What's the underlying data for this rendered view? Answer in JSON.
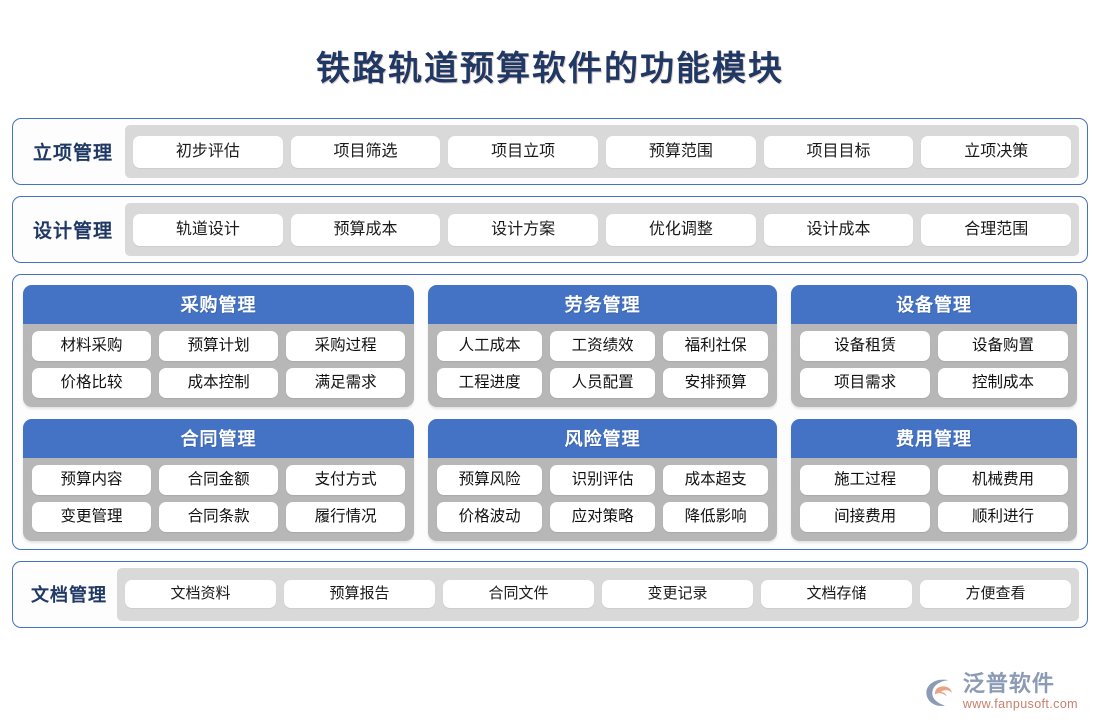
{
  "title": "铁路轨道预算软件的功能模块",
  "colors": {
    "title_navy": "#203864",
    "border_blue": "#4472C4",
    "panel_header_blue": "#4472C4",
    "panel_body_gray": "#B7B7B7",
    "strip_gray": "#D9D9D9",
    "chip_white": "#FFFFFF",
    "logo_name": "#8C9BB5",
    "logo_url": "#C97F6A"
  },
  "rows": [
    {
      "label": "立项管理",
      "items": [
        "初步评估",
        "项目筛选",
        "项目立项",
        "预算范围",
        "项目目标",
        "立项决策"
      ]
    },
    {
      "label": "设计管理",
      "items": [
        "轨道设计",
        "预算成本",
        "设计方案",
        "优化调整",
        "设计成本",
        "合理范围"
      ]
    }
  ],
  "modules": [
    {
      "title": "采购管理",
      "lines": [
        [
          "材料采购",
          "预算计划",
          "采购过程"
        ],
        [
          "价格比较",
          "成本控制",
          "满足需求"
        ]
      ]
    },
    {
      "title": "劳务管理",
      "lines": [
        [
          "人工成本",
          "工资绩效",
          "福利社保"
        ],
        [
          "工程进度",
          "人员配置",
          "安排预算"
        ]
      ]
    },
    {
      "title": "设备管理",
      "lines": [
        [
          "设备租赁",
          "设备购置"
        ],
        [
          "项目需求",
          "控制成本"
        ]
      ]
    },
    {
      "title": "合同管理",
      "lines": [
        [
          "预算内容",
          "合同金额",
          "支付方式"
        ],
        [
          "变更管理",
          "合同条款",
          "履行情况"
        ]
      ]
    },
    {
      "title": "风险管理",
      "lines": [
        [
          "预算风险",
          "识别评估",
          "成本超支"
        ],
        [
          "价格波动",
          "应对策略",
          "降低影响"
        ]
      ]
    },
    {
      "title": "费用管理",
      "lines": [
        [
          "施工过程",
          "机械费用"
        ],
        [
          "间接费用",
          "顺利进行"
        ]
      ]
    }
  ],
  "doc_row": {
    "label": "文档管理",
    "items": [
      "文档资料",
      "预算报告",
      "合同文件",
      "变更记录",
      "文档存储",
      "方便查看"
    ]
  },
  "logo": {
    "name": "泛普软件",
    "url": "www.fanpusoft.com"
  }
}
